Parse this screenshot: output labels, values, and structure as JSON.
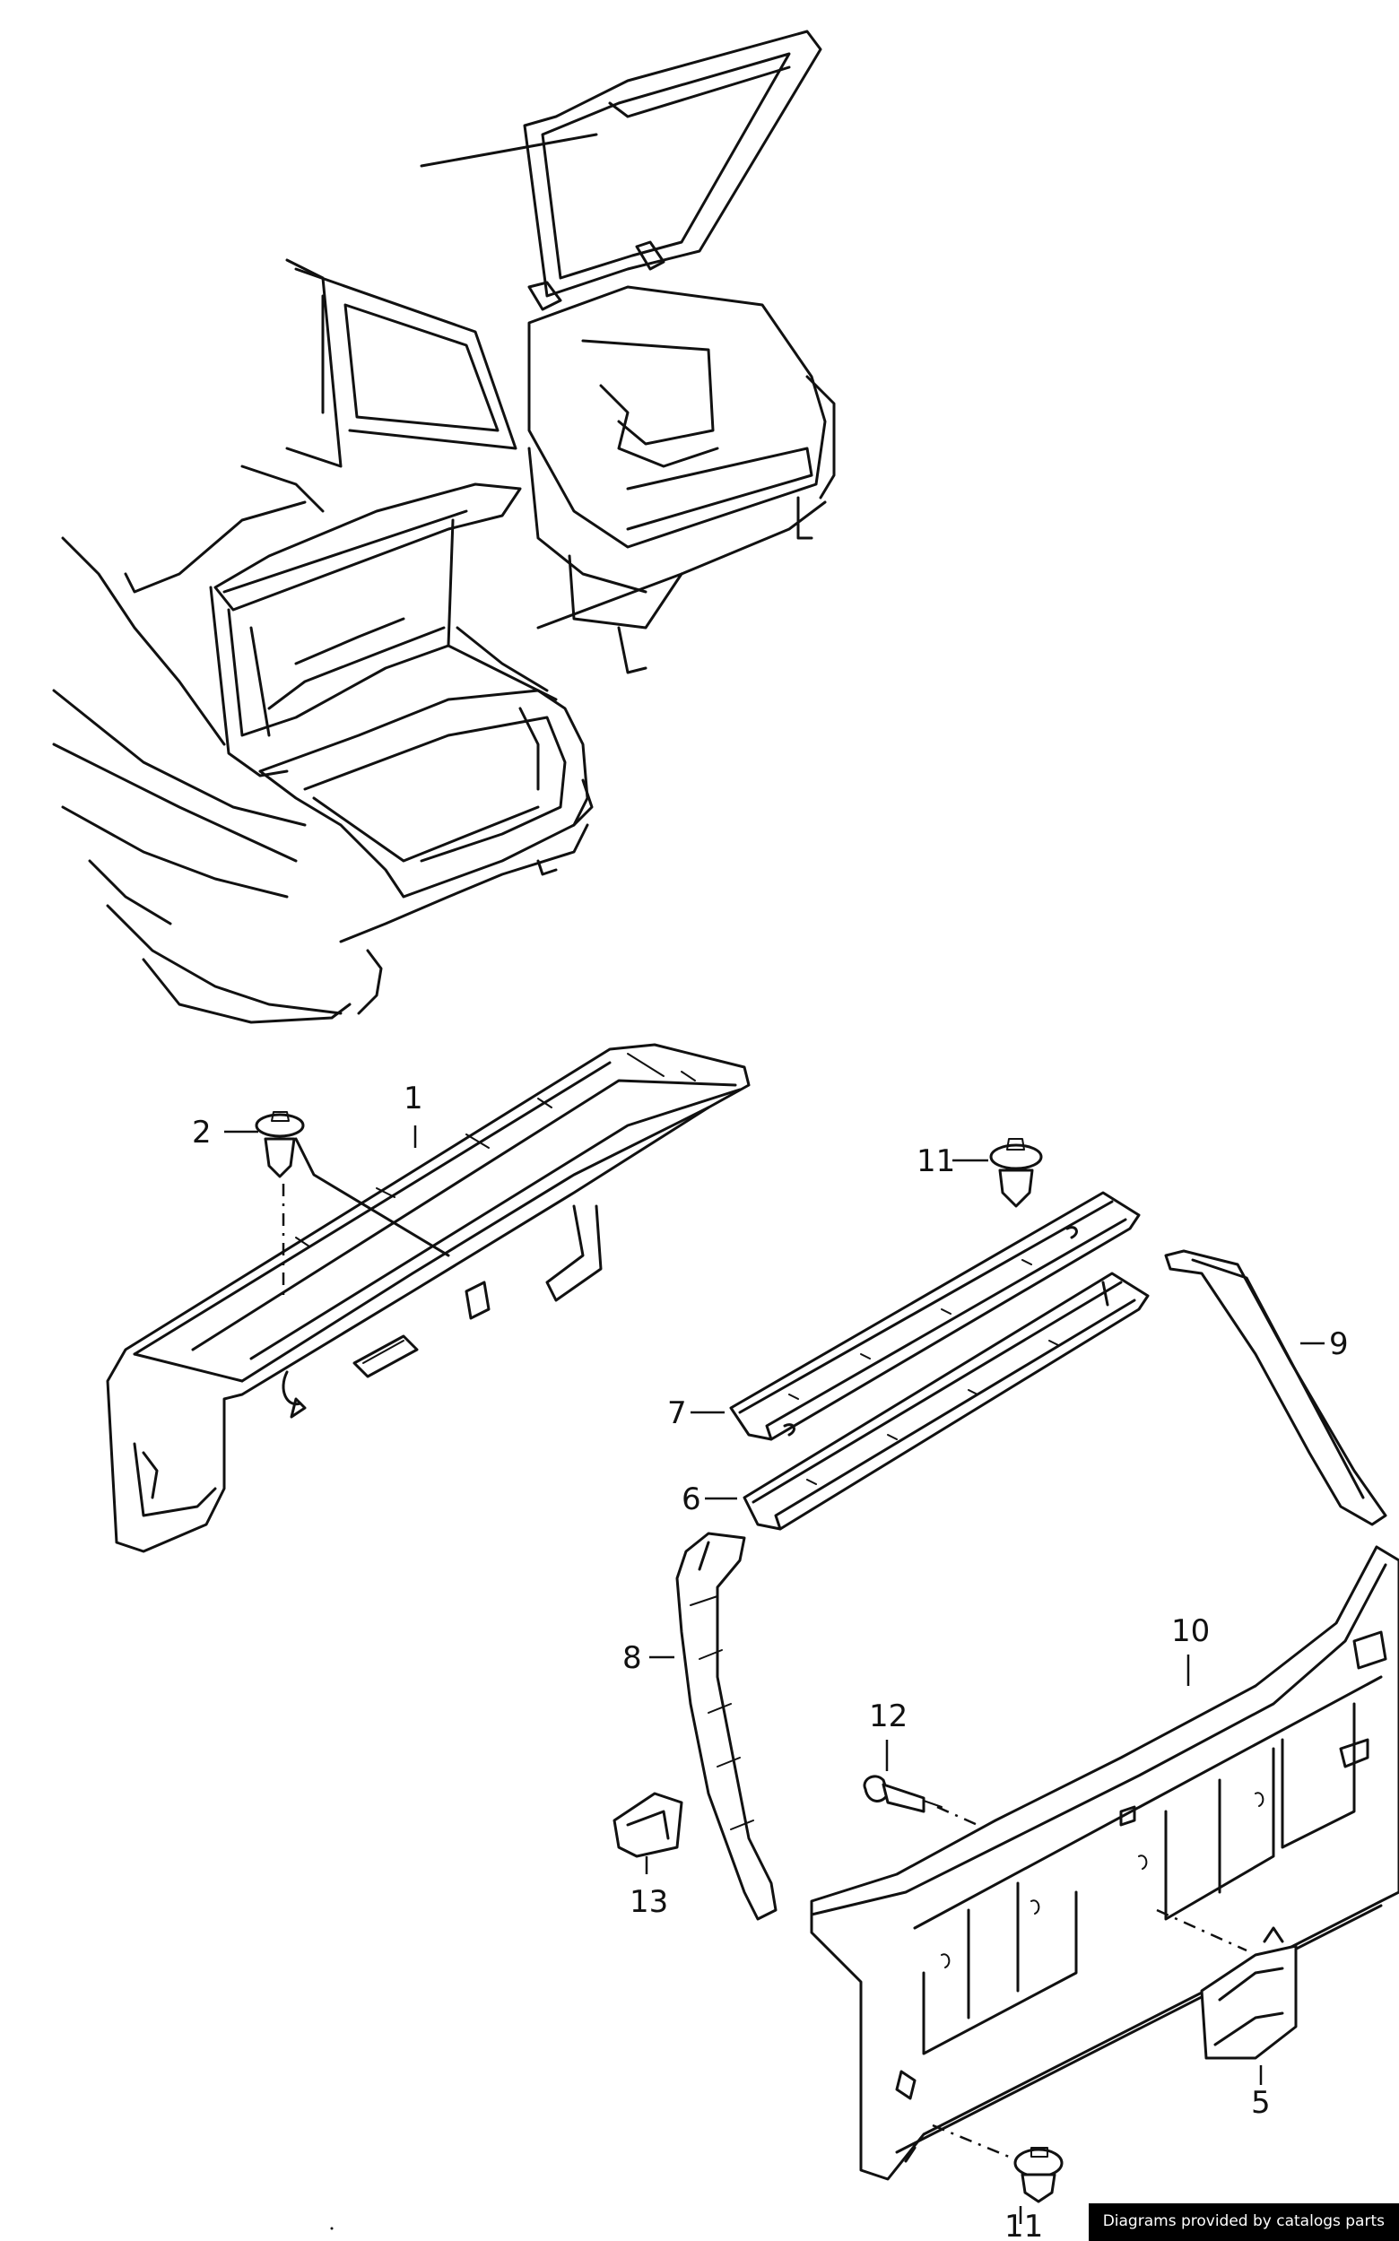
{
  "callouts": {
    "c1": "1",
    "c2": "2",
    "c5": "5",
    "c6": "6",
    "c7": "7",
    "c8": "8",
    "c9": "9",
    "c10": "10",
    "c11a": "11",
    "c11b": "11",
    "c12": "12",
    "c13": "13"
  },
  "credit": "Diagrams provided by catalogs parts"
}
